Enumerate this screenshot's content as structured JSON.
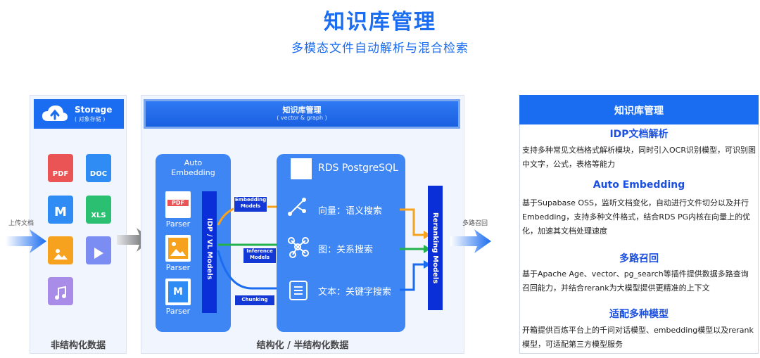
{
  "header": {
    "title": "知识库管理",
    "subtitle": "多模态文件自动解析与混合检索"
  },
  "storage": {
    "title": "Storage",
    "subtitle": "( 对象存储 )",
    "caption": "非结构化数据",
    "files": [
      {
        "icon": "pdf-file-icon",
        "label": "PDF",
        "color": "#ea5455"
      },
      {
        "icon": "doc-file-icon",
        "label": "DOC",
        "color": "#2f8cf5"
      },
      {
        "icon": "markdown-file-icon",
        "label": "M",
        "color": "#2f8cf5"
      },
      {
        "icon": "xls-file-icon",
        "label": "XLS",
        "color": "#2bbf72"
      },
      {
        "icon": "image-file-icon",
        "label": "",
        "color": "#f6a21e"
      },
      {
        "icon": "video-file-icon",
        "label": "",
        "color": "#7b8cf3"
      },
      {
        "icon": "audio-file-icon",
        "label": "",
        "color": "#a98ce8"
      }
    ]
  },
  "flow": {
    "upload_label": "上传文档",
    "multi_recall_label": "多路召回"
  },
  "kb": {
    "title": "知识库管理",
    "subtitle": "( vector & graph )",
    "caption": "结构化 / 半结构化数据",
    "auto_embedding": "Auto\nEmbedding",
    "parser_label": "Parser",
    "idp_models": "IDP / VL Models",
    "pills": {
      "embedding": "Embedding\nModels",
      "inference": "Inference\nModels",
      "chunking": "Chunking"
    },
    "rds_title": "RDS PostgreSQL",
    "searches": [
      "向量：语义搜索",
      "图：关系搜索",
      "文本：关键字搜索"
    ],
    "reranking": "Reranking Models"
  },
  "right": {
    "title": "知识库管理",
    "sections": [
      {
        "title": "IDP文档解析",
        "body": "支持多种常见文档格式解析模块，同时引入OCR识别模型，可识别图中文字，公式，表格等能力"
      },
      {
        "title": "Auto Embedding",
        "body": "基于Supabase OSS，监听文档变化，自动进行文件切分以及并行Embedding，支持多种文件格式，结合RDS PG内核在向量上的优化，加速其文档处理速度"
      },
      {
        "title": "多路召回",
        "body": "基于Apache Age、vector、pg_search等插件提供数据多路查询召回能力，并结合rerank为大模型提供更精准的上下文"
      },
      {
        "title": "适配多种模型",
        "body": "开箱提供百炼平台上的千问对话模型、embedding模型以及rerank模型，可适配第三方模型服务"
      }
    ]
  },
  "colors": {
    "primary": "#1a6cf0",
    "deep_blue": "#0a2fd8",
    "arrow_orange": "#f6a21e",
    "arrow_green": "#22b14c"
  }
}
